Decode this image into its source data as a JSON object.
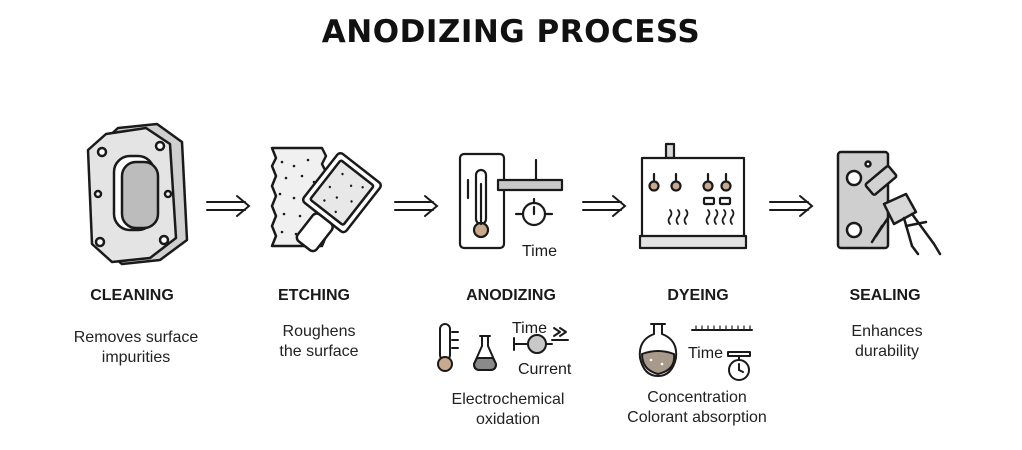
{
  "title": "ANODIZING PROCESS",
  "steps": [
    {
      "label": "CLEANING",
      "desc": [
        "Removes surface",
        "impurities"
      ],
      "icon": "metal-frame-icon"
    },
    {
      "label": "ETCHING",
      "desc": [
        "Roughens",
        "the surface"
      ],
      "icon": "textured-pad-icon"
    },
    {
      "label": "ANODIZING",
      "desc": [
        "Electrochemical",
        "oxidation"
      ],
      "icon": "anodizing-tank-icon",
      "annotations": {
        "main_time": "Time",
        "time": "Time",
        "current": "Current"
      }
    },
    {
      "label": "DYEING",
      "desc": [
        "Concentration",
        "Colorant absorption"
      ],
      "icon": "dye-bath-icon",
      "annotations": {
        "time": "Time"
      }
    },
    {
      "label": "SEALING",
      "desc": [
        "Enhances",
        "durability"
      ],
      "icon": "sealing-tool-icon"
    }
  ],
  "colors": {
    "stroke": "#1a1a1a",
    "gray": "#c8c8c8",
    "light_gray": "#e2e2e2",
    "accent": "#c9a98e"
  }
}
